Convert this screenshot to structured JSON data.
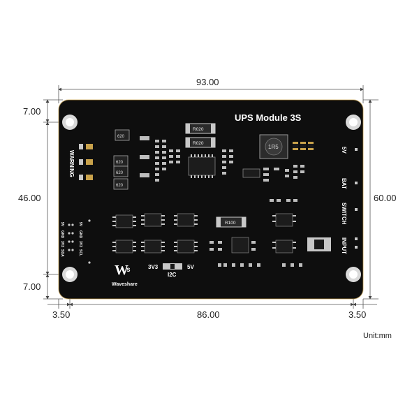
{
  "dimensions": {
    "top_width": "93.00",
    "hole_span": "86.00",
    "edge_left": "3.50",
    "edge_right": "3.50",
    "height": "60.00",
    "top_offset": "7.00",
    "middle_span": "46.00",
    "bottom_offset": "7.00",
    "unit": "Unit:mm"
  },
  "board": {
    "title": "UPS Module 3S",
    "brand": "Waveshare",
    "warning": "WARNING",
    "labels_right": [
      "5V",
      "BAT",
      "SWITCH",
      "INPUT"
    ],
    "i2c_left": "3V3",
    "i2c_right": "5V",
    "i2c": "I2C",
    "pins_left": [
      "5V",
      "GND",
      "3V3",
      "SDA"
    ],
    "pins_right": [
      "5V",
      "GND",
      "3V3",
      "SCL"
    ],
    "resistors": [
      "R020",
      "R020",
      "R100"
    ],
    "inductor": "1R5",
    "small_res": [
      "620",
      "620",
      "620",
      "620"
    ]
  },
  "colors": {
    "board": "#0e0e0e",
    "pad": "#c8c8c8",
    "gold": "#c9a24b",
    "lines": "#555555"
  }
}
